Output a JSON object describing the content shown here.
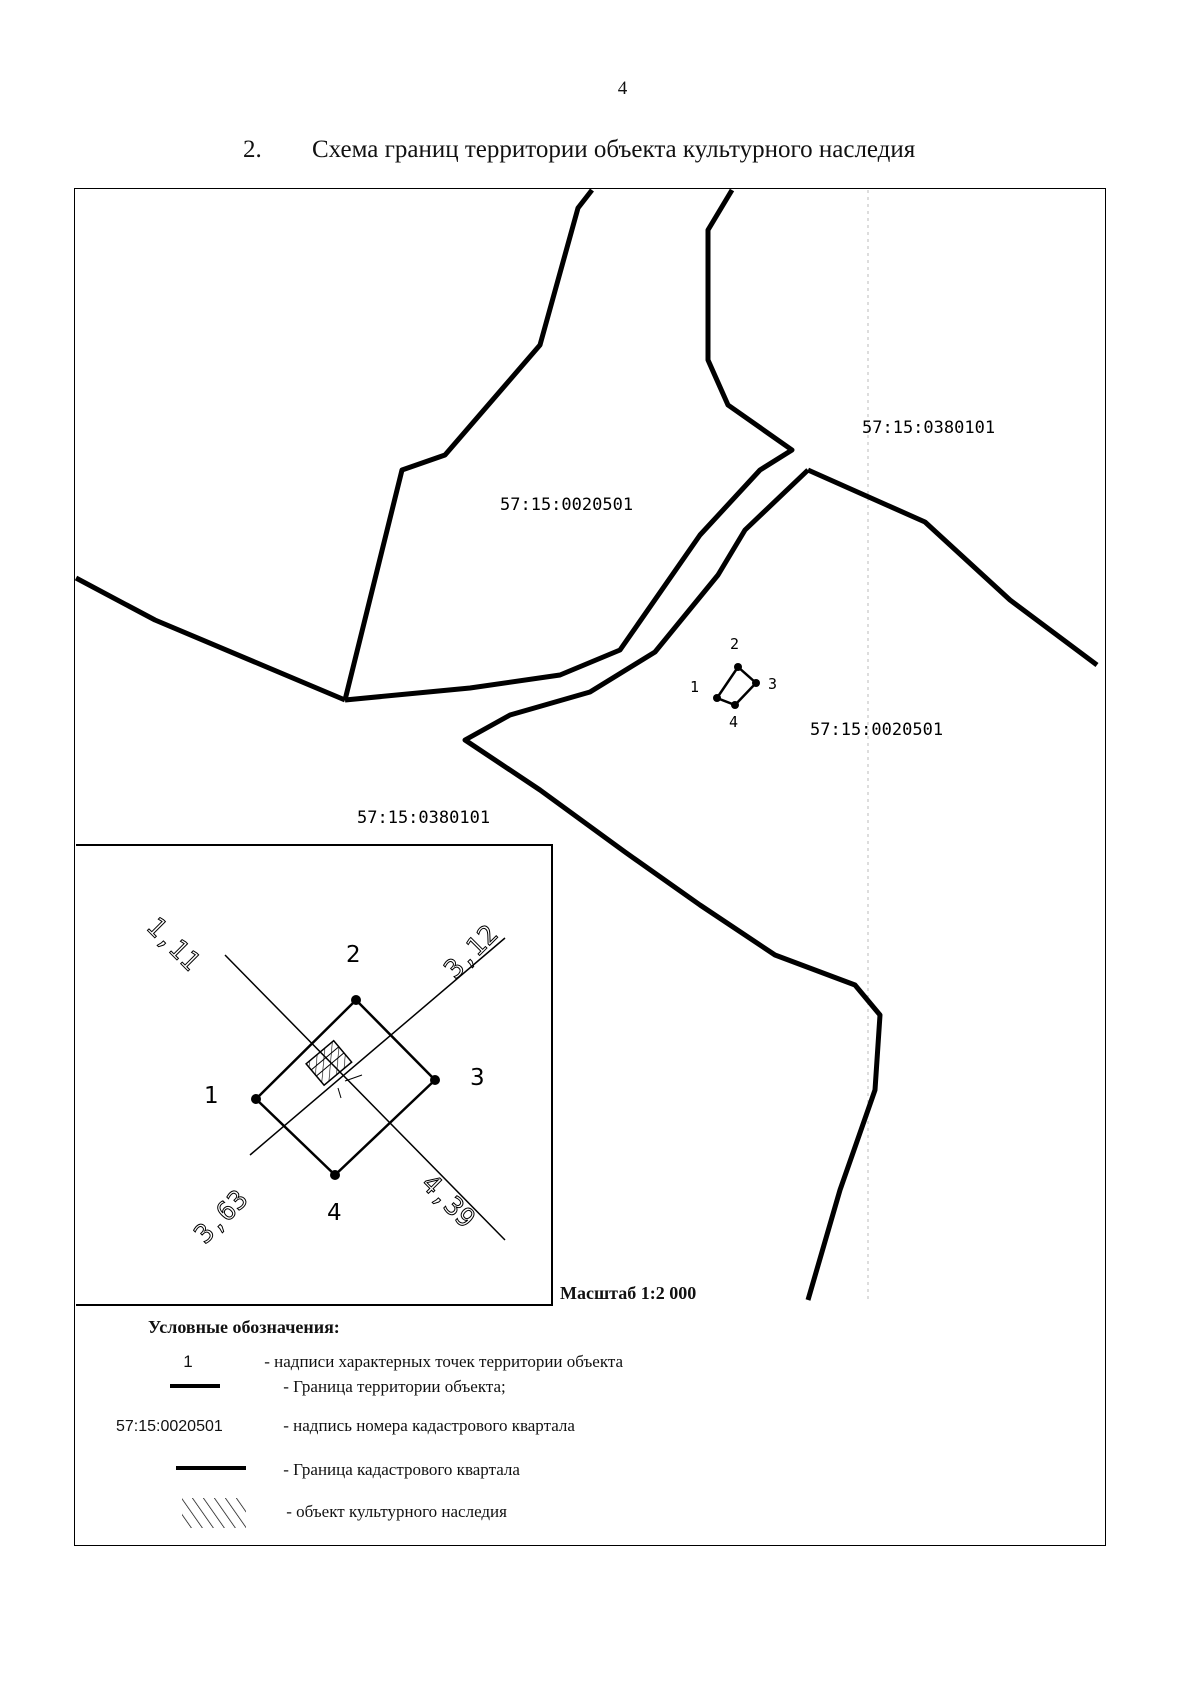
{
  "page": {
    "number": "4"
  },
  "heading": {
    "number": "2.",
    "text": "Схема границ территории объекта культурного наследия"
  },
  "map": {
    "quarter_labels": [
      "57:15:0380101",
      "57:15:0020501",
      "57:15:0020501",
      "57:15:0380101"
    ],
    "point_labels": [
      "1",
      "2",
      "3",
      "4"
    ]
  },
  "inset": {
    "point_labels": [
      "1",
      "2",
      "3",
      "4"
    ],
    "distances": [
      "1,11",
      "3,12",
      "3,63",
      "4,39"
    ]
  },
  "scale": "Масштаб 1:2 000",
  "legend": {
    "title": "Условные обозначения:",
    "items": [
      {
        "symbol": "1",
        "text": "- надписи характерных точек территории объекта"
      },
      {
        "symbol": "",
        "text": "- Граница территории объекта;"
      },
      {
        "symbol": "57:15:0020501",
        "text": "- надпись номера кадастрового квартала"
      },
      {
        "symbol": "",
        "text": "- Граница кадастрового квартала"
      },
      {
        "symbol": "",
        "text": "- объект культурного наследия"
      }
    ]
  }
}
